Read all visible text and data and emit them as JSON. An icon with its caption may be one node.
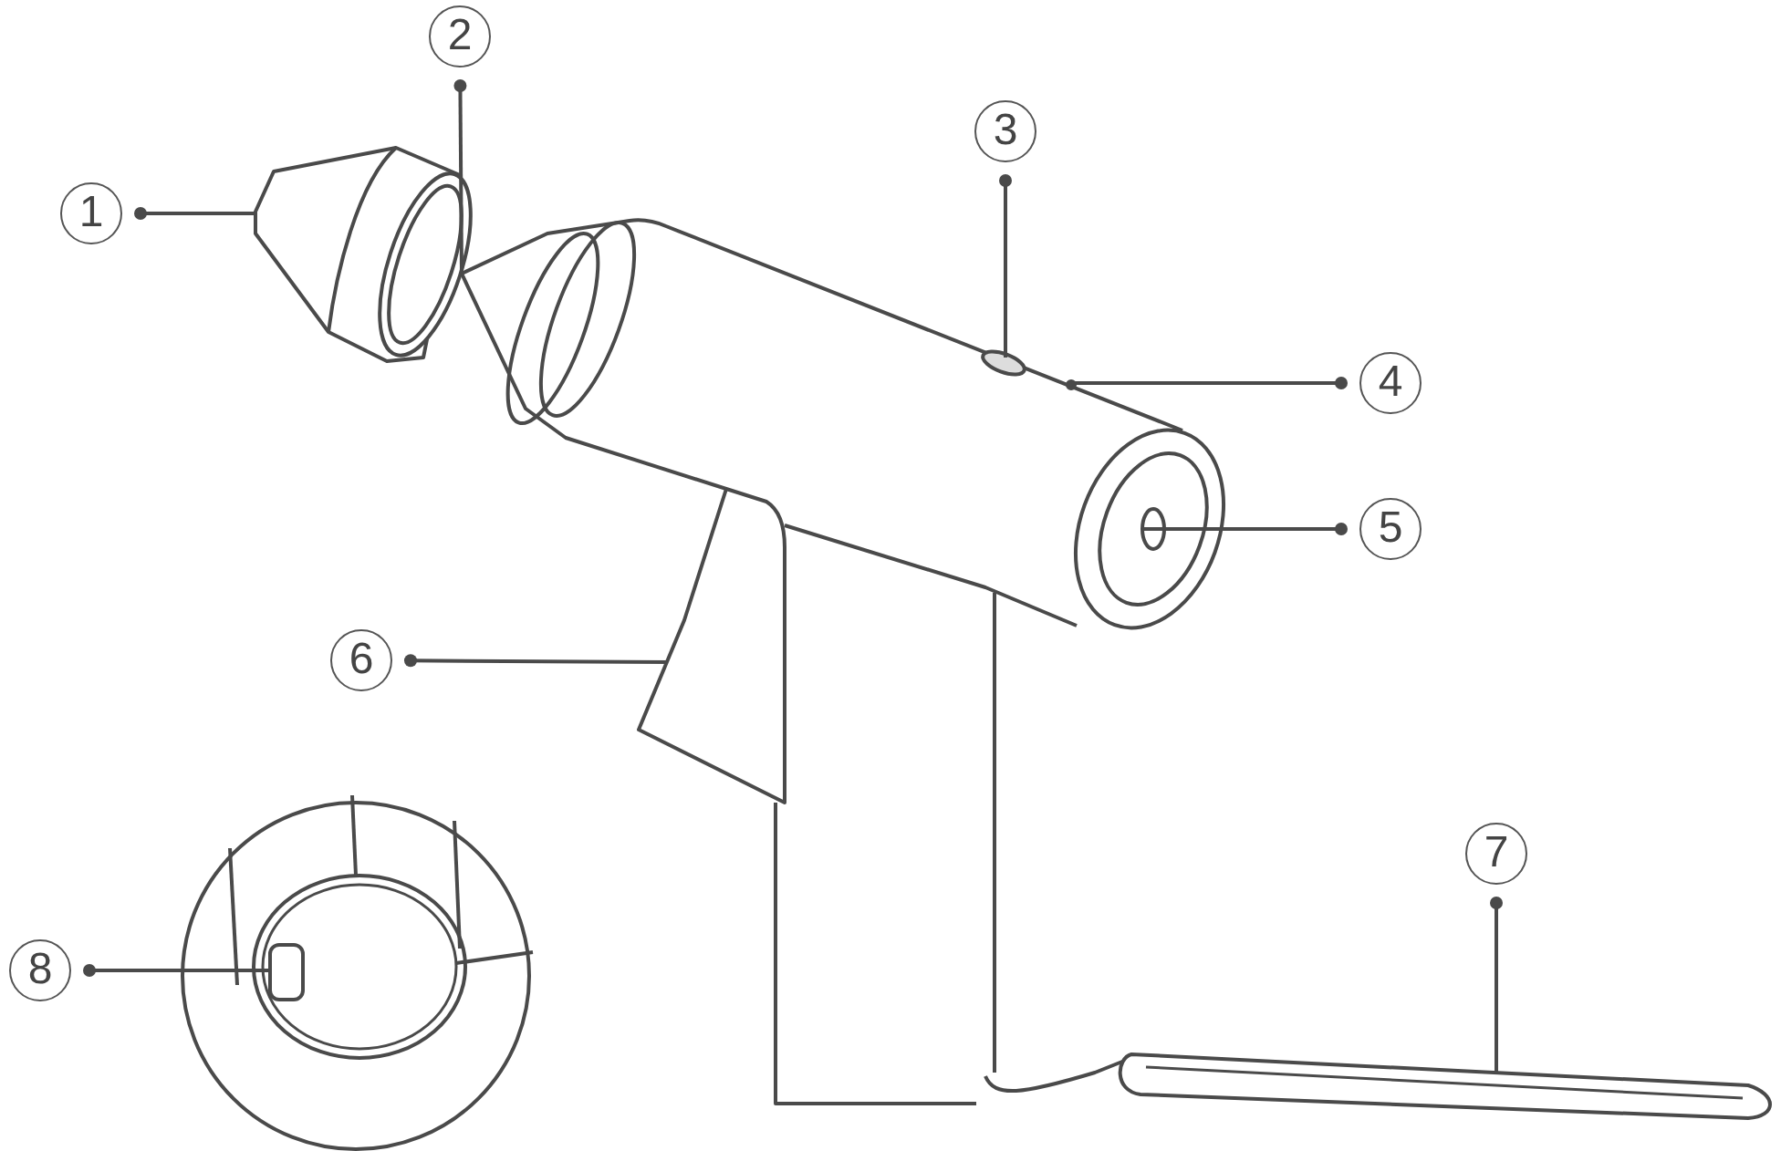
{
  "diagram": {
    "nodes": [
      {
        "text": [
          "1"
        ]
      },
      {
        "text": [
          "2"
        ]
      },
      {
        "text": [
          "3"
        ]
      },
      {
        "text": [
          "4"
        ]
      },
      {
        "text": [
          "5"
        ]
      },
      {
        "text": [
          "6"
        ]
      },
      {
        "text": [
          "7"
        ]
      },
      {
        "text": [
          "8"
        ]
      },
      {
        "text": [],
        "shape": "picture"
      },
      {
        "text": [],
        "shape": "picture"
      },
      {
        "text": [],
        "shape": "circle"
      },
      {
        "text": [],
        "shape": "circle"
      },
      {
        "text": [],
        "shape": "picture"
      },
      {
        "text": [],
        "shape": "picture"
      },
      {
        "text": [],
        "shape": "picture"
      },
      {
        "text": [],
        "shape": "box"
      }
    ],
    "edges": [
      {
        "from": 0,
        "to": 8,
        "arrow": "other"
      },
      {
        "from": 1,
        "to": 9,
        "arrow": "other"
      },
      {
        "from": 2,
        "to": 10,
        "arrow": "other"
      },
      {
        "from": 3,
        "to": 11,
        "arrow": "other"
      },
      {
        "from": 4,
        "to": 12,
        "arrow": "other"
      },
      {
        "from": 5,
        "to": 13,
        "arrow": "other"
      },
      {
        "from": 6,
        "to": 14,
        "arrow": "other"
      },
      {
        "from": 7,
        "to": 15,
        "arrow": "other"
      }
    ]
  }
}
